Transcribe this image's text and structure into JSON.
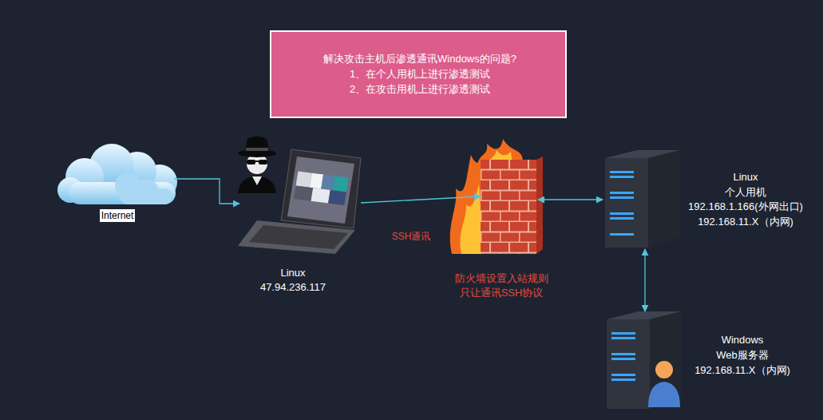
{
  "diagram": {
    "nodes": [
      {
        "text": [
          "解决攻击主机后渗透通讯Windows的问题?",
          "1、在个人用机上进行渗透测试",
          "2、在攻击用机上进行渗透测试"
        ]
      },
      {
        "text": [
          "Internet"
        ]
      },
      {
        "text": [
          "Linux",
          "47.94.236.117"
        ]
      },
      {
        "text": [
          "防火墙设置入站规则 只让通讯SSH协议"
        ]
      },
      {
        "text": [
          "Linux",
          "个人用机",
          "192.168.1.166(外网出口)",
          "192.168.11.X（内网)"
        ]
      },
      {
        "text": [
          "Windows",
          "Web服务器",
          "192.168.11.X（内网)"
        ]
      }
    ],
    "edges": [
      {
        "from": 1,
        "to": 2,
        "arrow": "to"
      },
      {
        "from": 2,
        "to": 3,
        "arrow": "to",
        "label": "SSH通讯"
      },
      {
        "from": 3,
        "to": 4,
        "arrow": "both"
      },
      {
        "from": 4,
        "to": 5,
        "arrow": "both"
      }
    ]
  }
}
